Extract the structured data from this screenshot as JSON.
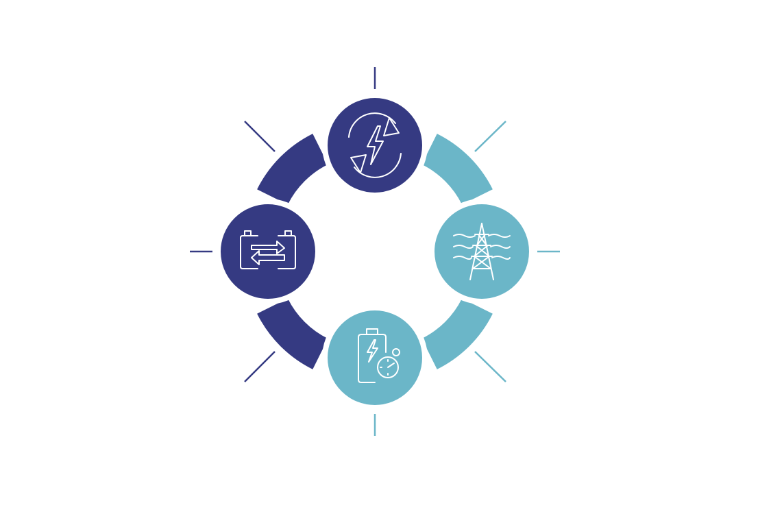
{
  "colors": {
    "background": "#ffffff",
    "dark_navy": "#353a82",
    "light_teal": "#6bb6c8",
    "icon_line": "#ffffff"
  },
  "nodes": [
    {
      "id": "top",
      "icon": "energy-cycle-icon",
      "color": "dark_navy"
    },
    {
      "id": "right",
      "icon": "power-transmission-tower-icon",
      "color": "light_teal"
    },
    {
      "id": "bottom",
      "icon": "battery-charging-timer-icon",
      "color": "light_teal"
    },
    {
      "id": "left",
      "icon": "battery-exchange-icon",
      "color": "dark_navy"
    }
  ],
  "arcs": [
    {
      "id": "top-left",
      "color": "dark_navy"
    },
    {
      "id": "top-right",
      "color": "light_teal"
    },
    {
      "id": "bottom-right",
      "color": "light_teal"
    },
    {
      "id": "bottom-left",
      "color": "dark_navy"
    }
  ],
  "rays": [
    {
      "id": "north",
      "color": "dark_navy"
    },
    {
      "id": "north-east",
      "color": "light_teal"
    },
    {
      "id": "east",
      "color": "light_teal"
    },
    {
      "id": "south-east",
      "color": "light_teal"
    },
    {
      "id": "south",
      "color": "light_teal"
    },
    {
      "id": "south-west",
      "color": "dark_navy"
    },
    {
      "id": "west",
      "color": "dark_navy"
    },
    {
      "id": "north-west",
      "color": "dark_navy"
    }
  ]
}
